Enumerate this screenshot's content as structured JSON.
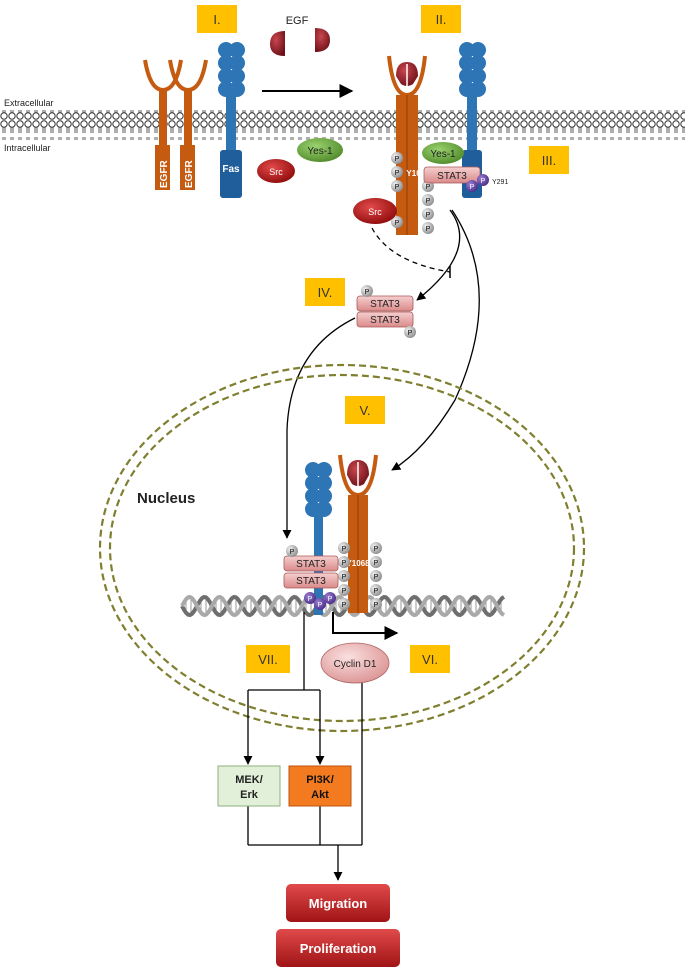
{
  "step_labels": [
    "I.",
    "II.",
    "III.",
    "IV.",
    "V.",
    "VI.",
    "VII."
  ],
  "membrane": {
    "extracellular_label": "Extracellular",
    "intracellular_label": "Intracellular"
  },
  "ligand_label": "EGF",
  "receptors": {
    "egfr_label": "EGFR",
    "fas_label": "Fas"
  },
  "proteins": {
    "src": "Src",
    "yes1": "Yes-1",
    "stat3": "STAT3",
    "phospho": "P",
    "y1068": "Y1068",
    "y291": "Y291",
    "cyclin": "Cyclin D1"
  },
  "nucleus_label": "Nucleus",
  "effectors": {
    "mek": [
      "MEK/",
      "Erk"
    ],
    "pi3k": [
      "PI3K/",
      "Akt"
    ]
  },
  "outcomes": {
    "migration": "Migration",
    "proliferation": "Proliferation"
  },
  "colors": {
    "label_box": "#FFC000",
    "egfr": "#C55A11",
    "fas": "#2E75B6",
    "src": "#C00000",
    "yes1": "#70AD47",
    "stat3": "#E6A0A0",
    "nucleus": "#7F7F2F",
    "mek": "#E2F0D9",
    "pi3k": "#F47A20",
    "outcome": "#C0282A"
  }
}
